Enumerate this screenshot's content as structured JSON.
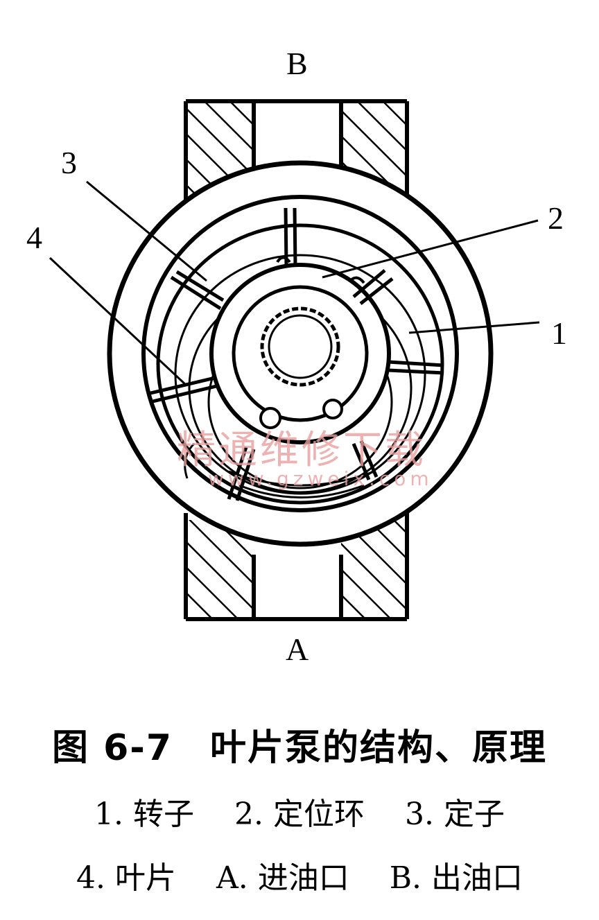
{
  "labels": {
    "b": "B",
    "a": "A",
    "n1": "1",
    "n2": "2",
    "n3": "3",
    "n4": "4"
  },
  "caption": {
    "title": "图 6-7　叶片泵的结构、原理",
    "legend_row1": [
      "1. 转子",
      "2. 定位环",
      "3. 定子"
    ],
    "legend_row2": [
      "4. 叶片",
      "A. 进油口",
      "B. 出油口"
    ]
  },
  "watermark": {
    "text_cn": "精通维修下载",
    "text_url": "www.gzweix.com",
    "color": "#e8a0a0"
  },
  "colors": {
    "ink": "#000000",
    "background": "#ffffff"
  }
}
